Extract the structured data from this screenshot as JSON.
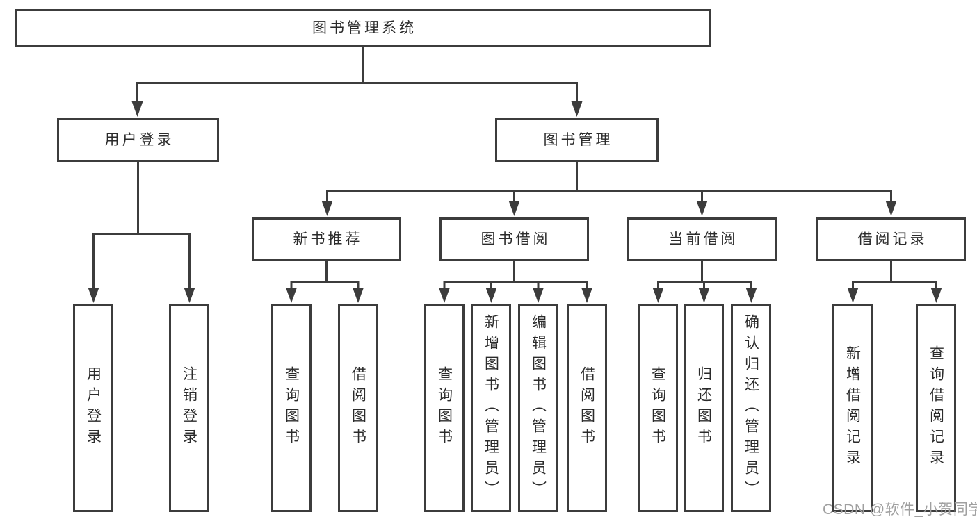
{
  "colors": {
    "line": "#3c3c3c",
    "box_border": "#3c3c3c",
    "box_background": "#ffffff",
    "text": "#2b2b2b",
    "watermark": "#a0a0a0",
    "page_background": "#ffffff"
  },
  "watermark": {
    "text": "CSDN @软件_小贺同学"
  },
  "tree": {
    "root": {
      "label": "图书管理系统"
    },
    "children": [
      {
        "label": "用户登录",
        "children": [
          {
            "label": "用户登录"
          },
          {
            "label": "注销登录"
          }
        ]
      },
      {
        "label": "图书管理",
        "children": [
          {
            "label": "新书推荐",
            "children": [
              {
                "label": "查询图书"
              },
              {
                "label": "借阅图书"
              }
            ]
          },
          {
            "label": "图书借阅",
            "children": [
              {
                "label": "查询图书"
              },
              {
                "label": "新增图书（管理员）"
              },
              {
                "label": "编辑图书（管理员）"
              },
              {
                "label": "借阅图书"
              }
            ]
          },
          {
            "label": "当前借阅",
            "children": [
              {
                "label": "查询图书"
              },
              {
                "label": "归还图书"
              },
              {
                "label": "确认归还（管理员）"
              }
            ]
          },
          {
            "label": "借阅记录",
            "children": [
              {
                "label": "新增借阅记录"
              },
              {
                "label": "查询借阅记录"
              }
            ]
          }
        ]
      }
    ]
  }
}
